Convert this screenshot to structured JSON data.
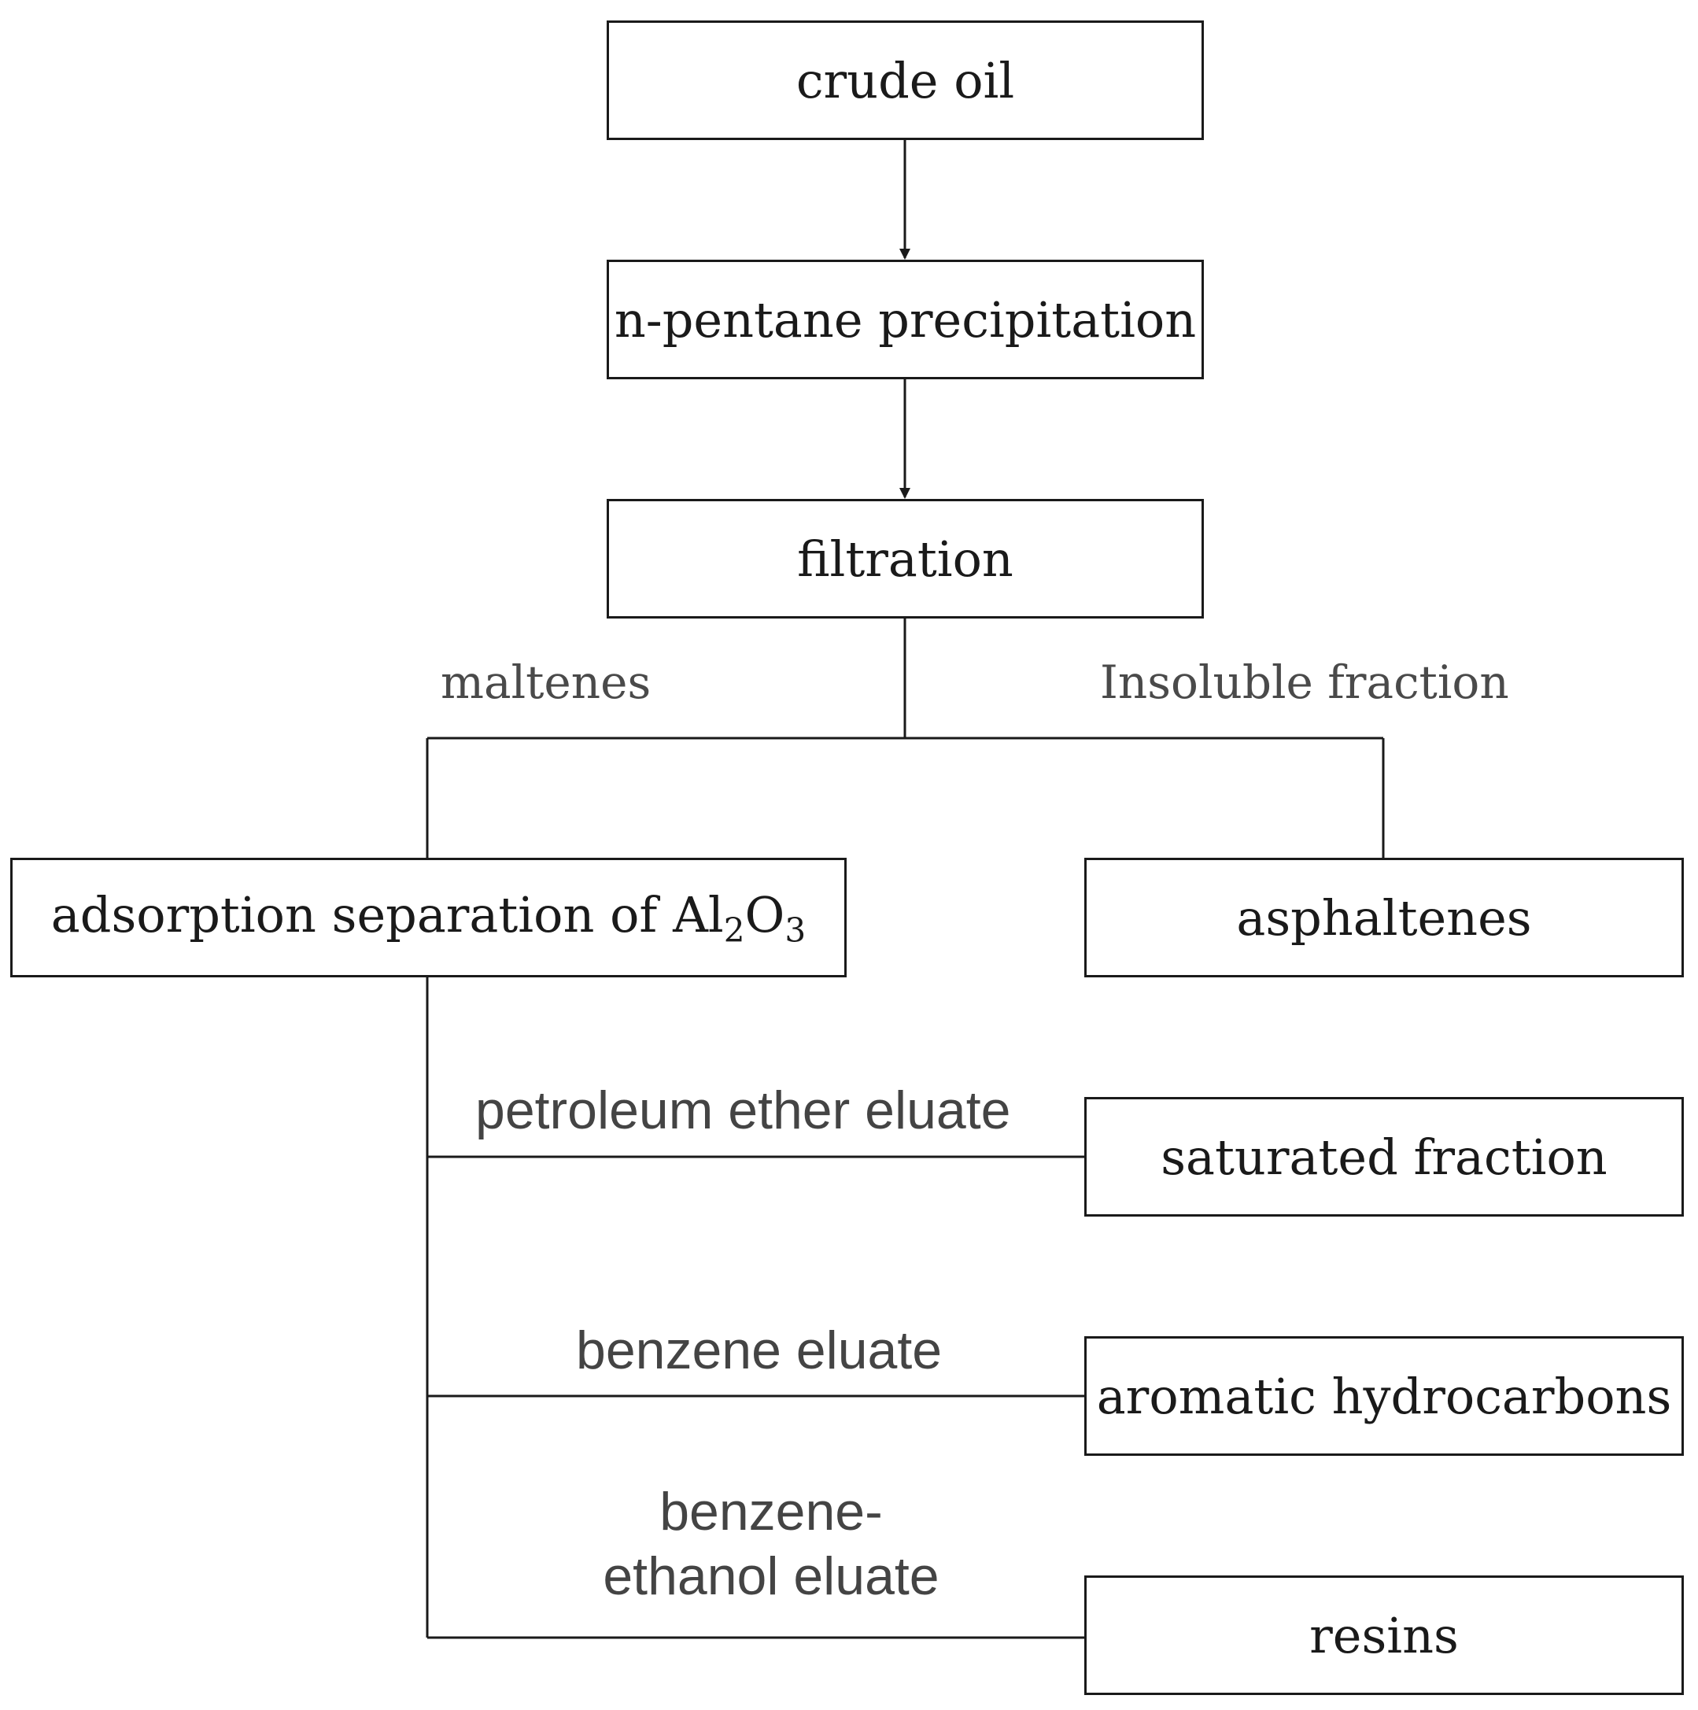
{
  "nodes": {
    "crude_oil": "crude oil",
    "precipitation": "n-pentane precipitation",
    "filtration": "filtration",
    "adsorption": {
      "prefix": "adsorption separation of Al",
      "sub1": "2",
      "mid": "O",
      "sub2": "3"
    },
    "asphaltenes": "asphaltenes",
    "saturated": "saturated fraction",
    "aromatic": "aromatic hydrocarbons",
    "resins": "resins"
  },
  "edges": {
    "maltenes": "maltenes",
    "insoluble": "Insoluble fraction",
    "petroleum_ether": "petroleum ether eluate",
    "benzene": "benzene eluate",
    "benzene_ethanol_1": "benzene-",
    "benzene_ethanol_2": "ethanol eluate"
  },
  "colors": {
    "line": "#1a1a1a",
    "box_text": "#1a1a1a",
    "edge_text": "#444444"
  }
}
